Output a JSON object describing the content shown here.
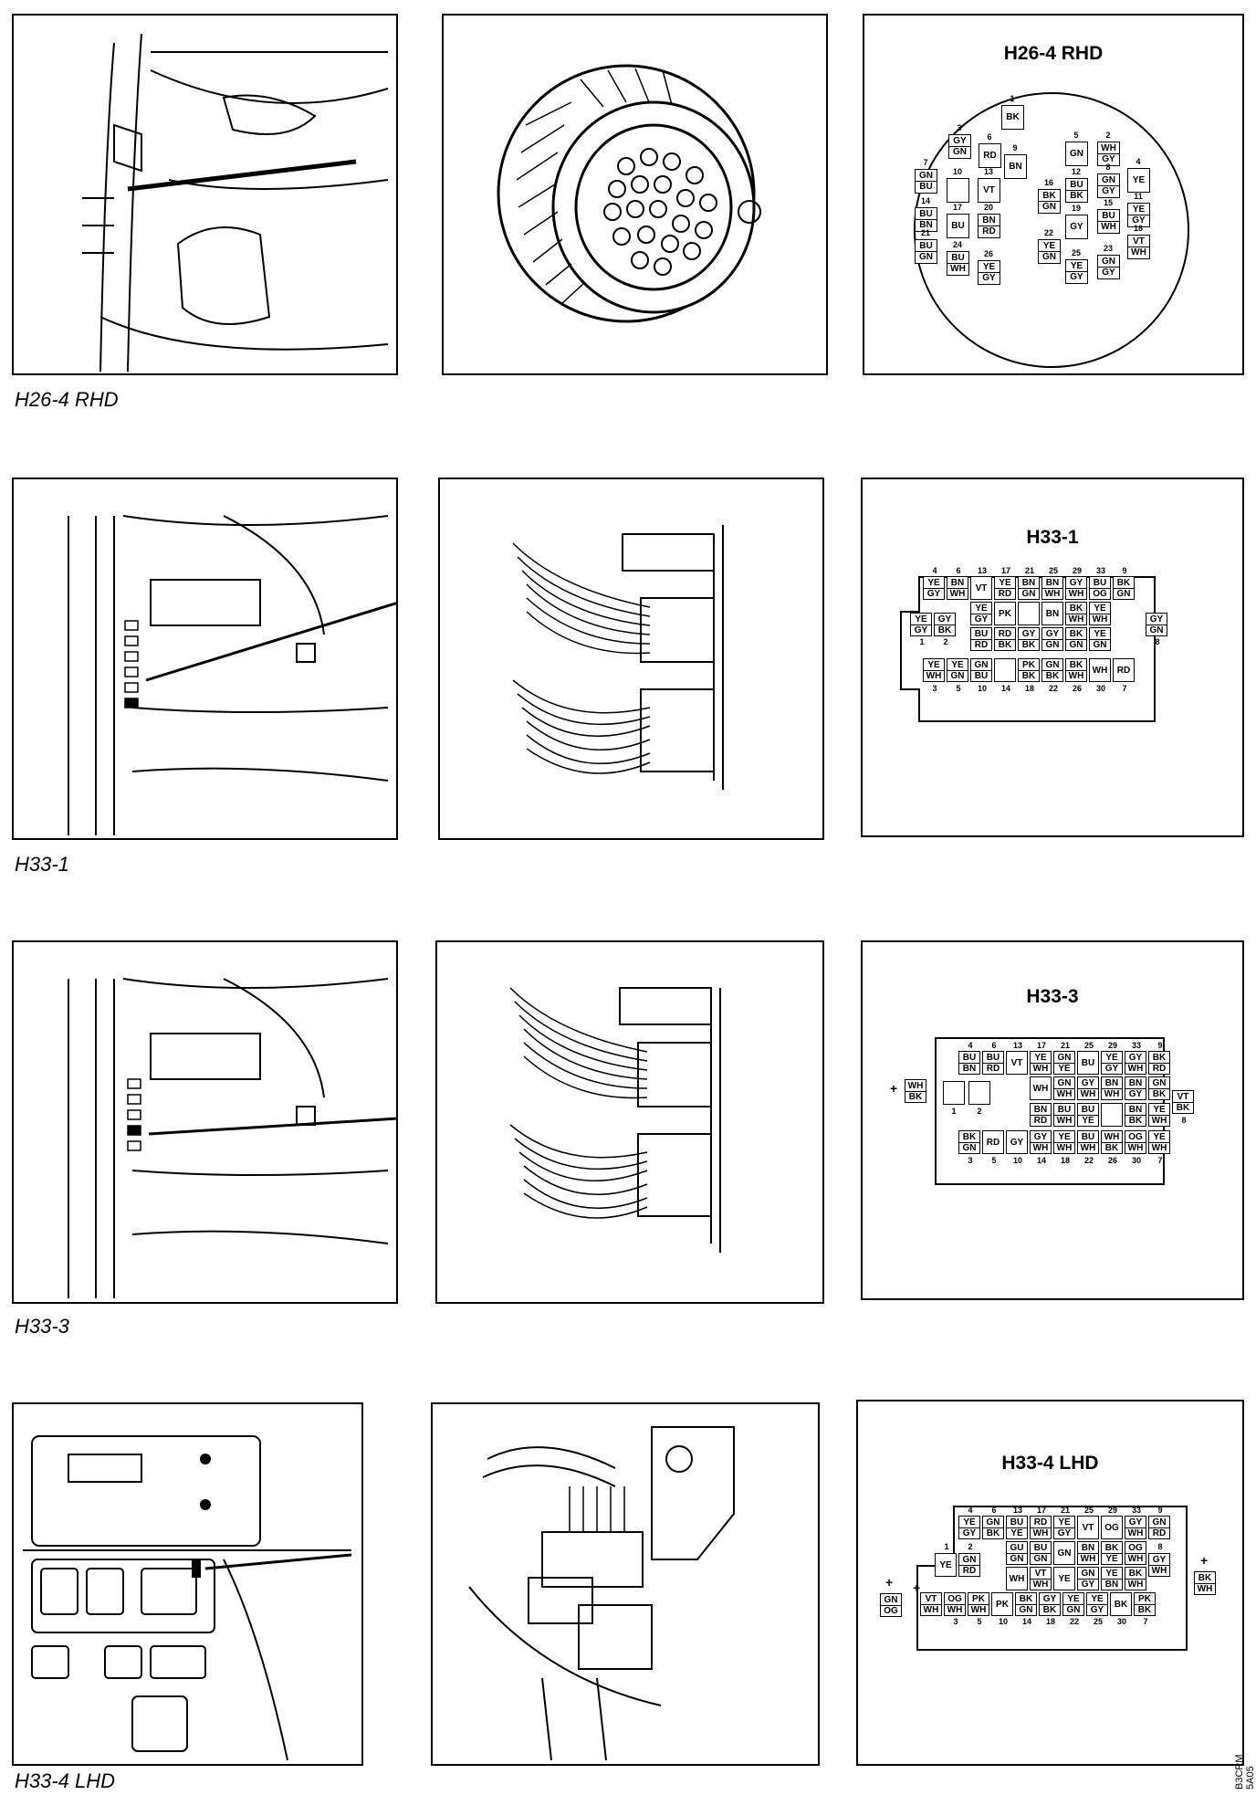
{
  "rows": [
    {
      "caption": "H26-4 RHD",
      "connector_title": "H26-4 RHD"
    },
    {
      "caption": "H33-1",
      "connector_title": "H33-1"
    },
    {
      "caption": "H33-3",
      "connector_title": "H33-3"
    },
    {
      "caption": "H33-4 LHD",
      "connector_title": "H33-4 LHD"
    }
  ],
  "h26": {
    "pins": [
      {
        "n": "1",
        "a": "BK",
        "b": ""
      },
      {
        "n": "2",
        "a": "WH",
        "b": "GY"
      },
      {
        "n": "3",
        "a": "GY",
        "b": "GN"
      },
      {
        "n": "4",
        "a": "YE",
        "b": ""
      },
      {
        "n": "5",
        "a": "GN",
        "b": ""
      },
      {
        "n": "6",
        "a": "RD",
        "b": ""
      },
      {
        "n": "7",
        "a": "GN",
        "b": "BU"
      },
      {
        "n": "8",
        "a": "GN",
        "b": "GY"
      },
      {
        "n": "9",
        "a": "BN",
        "b": ""
      },
      {
        "n": "10",
        "a": "",
        "b": ""
      },
      {
        "n": "11",
        "a": "YE",
        "b": "GY"
      },
      {
        "n": "12",
        "a": "BU",
        "b": "BK"
      },
      {
        "n": "13",
        "a": "VT",
        "b": ""
      },
      {
        "n": "14",
        "a": "BU",
        "b": "BN"
      },
      {
        "n": "15",
        "a": "BU",
        "b": "WH"
      },
      {
        "n": "16",
        "a": "BK",
        "b": "GN"
      },
      {
        "n": "17",
        "a": "BU",
        "b": ""
      },
      {
        "n": "18",
        "a": "VT",
        "b": "WH"
      },
      {
        "n": "19",
        "a": "GY",
        "b": ""
      },
      {
        "n": "20",
        "a": "BN",
        "b": "RD"
      },
      {
        "n": "21",
        "a": "BU",
        "b": "GN"
      },
      {
        "n": "22",
        "a": "YE",
        "b": "GN"
      },
      {
        "n": "23",
        "a": "GN",
        "b": "GY"
      },
      {
        "n": "24",
        "a": "BU",
        "b": "WH"
      },
      {
        "n": "25",
        "a": "YE",
        "b": "GY"
      },
      {
        "n": "26",
        "a": "YE",
        "b": "GY"
      }
    ]
  },
  "h33_1": {
    "top_nums": [
      "4",
      "6",
      "13",
      "17",
      "21",
      "25",
      "29",
      "33",
      "9"
    ],
    "row1": [
      [
        "YE",
        "GY"
      ],
      [
        "BN",
        "WH"
      ],
      [
        "VT",
        ""
      ],
      [
        "YE",
        "RD"
      ],
      [
        "BN",
        "GN"
      ],
      [
        "BN",
        "WH"
      ],
      [
        "GY",
        "WH"
      ],
      [
        "BU",
        "OG"
      ],
      [
        "BK",
        "GN"
      ]
    ],
    "row2": [
      [
        "YE",
        "GY"
      ],
      [
        "PK",
        ""
      ],
      [
        "",
        ""
      ],
      [
        "BN",
        ""
      ],
      [
        "BK",
        "WH"
      ],
      [
        "YE",
        "WH"
      ]
    ],
    "left_pins": [
      [
        "YE",
        "GY"
      ],
      [
        "GY",
        "BK"
      ]
    ],
    "left_nums": [
      "1",
      "2"
    ],
    "right_pin": [
      "GY",
      "GN"
    ],
    "right_num": "8",
    "row3": [
      [
        "BU",
        "RD"
      ],
      [
        "RD",
        "BK"
      ],
      [
        "GY",
        "BK"
      ],
      [
        "GY",
        "GN"
      ],
      [
        "BK",
        "GN"
      ],
      [
        "YE",
        "GN"
      ]
    ],
    "row4": [
      [
        "YE",
        "WH"
      ],
      [
        "YE",
        "GN"
      ],
      [
        "GN",
        "BU"
      ],
      [
        "",
        ""
      ],
      [
        "PK",
        "BK"
      ],
      [
        "GN",
        "BK"
      ],
      [
        "BK",
        "WH"
      ],
      [
        "WH",
        ""
      ],
      [
        "RD",
        ""
      ]
    ],
    "bottom_nums": [
      "3",
      "5",
      "10",
      "14",
      "18",
      "22",
      "26",
      "30",
      "7"
    ]
  },
  "h33_3": {
    "top_nums": [
      "4",
      "6",
      "13",
      "17",
      "21",
      "25",
      "29",
      "33",
      "9"
    ],
    "row1": [
      [
        "BU",
        "BN"
      ],
      [
        "BU",
        "RD"
      ],
      [
        "VT",
        ""
      ],
      [
        "YE",
        "WH"
      ],
      [
        "GN",
        "YE"
      ],
      [
        "BU",
        ""
      ],
      [
        "YE",
        "GY"
      ],
      [
        "GY",
        "WH"
      ],
      [
        "BK",
        "RD"
      ],
      [
        "BU",
        "RD"
      ]
    ],
    "row2": [
      [
        "WH",
        ""
      ],
      [
        "GN",
        "WH"
      ],
      [
        "GY",
        "WH"
      ],
      [
        "BN",
        "WH"
      ],
      [
        "BN",
        "GY"
      ],
      [
        "GN",
        "BK"
      ]
    ],
    "row3": [
      [
        "BN",
        "RD"
      ],
      [
        "BU",
        "WH"
      ],
      [
        "BU",
        "YE"
      ],
      [
        "",
        ""
      ],
      [
        "BN",
        "BK"
      ],
      [
        "YE",
        "WH"
      ]
    ],
    "right_pin": [
      "VT",
      "BK"
    ],
    "right_num": "8",
    "left_nums": [
      "1",
      "2"
    ],
    "row4": [
      [
        "BK",
        "GN"
      ],
      [
        "RD",
        ""
      ],
      [
        "GY",
        ""
      ],
      [
        "GY",
        "WH"
      ],
      [
        "YE",
        "WH"
      ],
      [
        "BU",
        "WH"
      ],
      [
        "WH",
        "BK"
      ],
      [
        "OG",
        "WH"
      ],
      [
        "YE",
        "WH"
      ]
    ],
    "bottom_nums": [
      "3",
      "5",
      "10",
      "14",
      "18",
      "22",
      "26",
      "30",
      "7"
    ],
    "ext_pin": [
      "WH",
      "BK"
    ],
    "ext_sign": "+"
  },
  "h33_4": {
    "top_nums": [
      "4",
      "6",
      "13",
      "17",
      "21",
      "25",
      "29",
      "33",
      "9"
    ],
    "row1": [
      [
        "YE",
        "GY"
      ],
      [
        "GN",
        "BK"
      ],
      [
        "BU",
        "YE"
      ],
      [
        "RD",
        "WH"
      ],
      [
        "YE",
        "GY"
      ],
      [
        "VT",
        ""
      ],
      [
        "OG",
        ""
      ],
      [
        "GY",
        "WH"
      ],
      [
        "GN",
        "RD"
      ]
    ],
    "row2": [
      [
        "GU",
        "GN"
      ],
      [
        "BU",
        "GN"
      ],
      [
        "GN",
        ""
      ],
      [
        "BN",
        "WH"
      ],
      [
        "BK",
        "YE"
      ],
      [
        "OG",
        "WH"
      ]
    ],
    "left_pins": [
      [
        "YE",
        ""
      ],
      [
        "GN",
        "RD"
      ]
    ],
    "left_nums": [
      "1",
      "2"
    ],
    "right_pin": [
      "GY",
      "WH"
    ],
    "right_num": "8",
    "row3": [
      [
        "WH",
        ""
      ],
      [
        "VT",
        "WH"
      ],
      [
        "YE",
        ""
      ],
      [
        "GN",
        "GY"
      ],
      [
        "YE",
        "BN"
      ],
      [
        "BK",
        "WH"
      ]
    ],
    "row4": [
      [
        "VT",
        "WH"
      ],
      [
        "OG",
        "WH"
      ],
      [
        "PK",
        "WH"
      ],
      [
        "PK",
        ""
      ],
      [
        "BK",
        "GN"
      ],
      [
        "GY",
        "BK"
      ],
      [
        "YE",
        "GN"
      ],
      [
        "YE",
        "GY"
      ],
      [
        "BK",
        ""
      ],
      [
        "PK",
        "BK"
      ]
    ],
    "bottom_nums": [
      "3",
      "5",
      "10",
      "14",
      "18",
      "22",
      "25",
      "30",
      "7"
    ],
    "ext_left": [
      "GN",
      "OG"
    ],
    "ext_right": [
      "BK",
      "WH"
    ],
    "ext_sign": "+"
  },
  "stamp": "B3CRM 5A05"
}
